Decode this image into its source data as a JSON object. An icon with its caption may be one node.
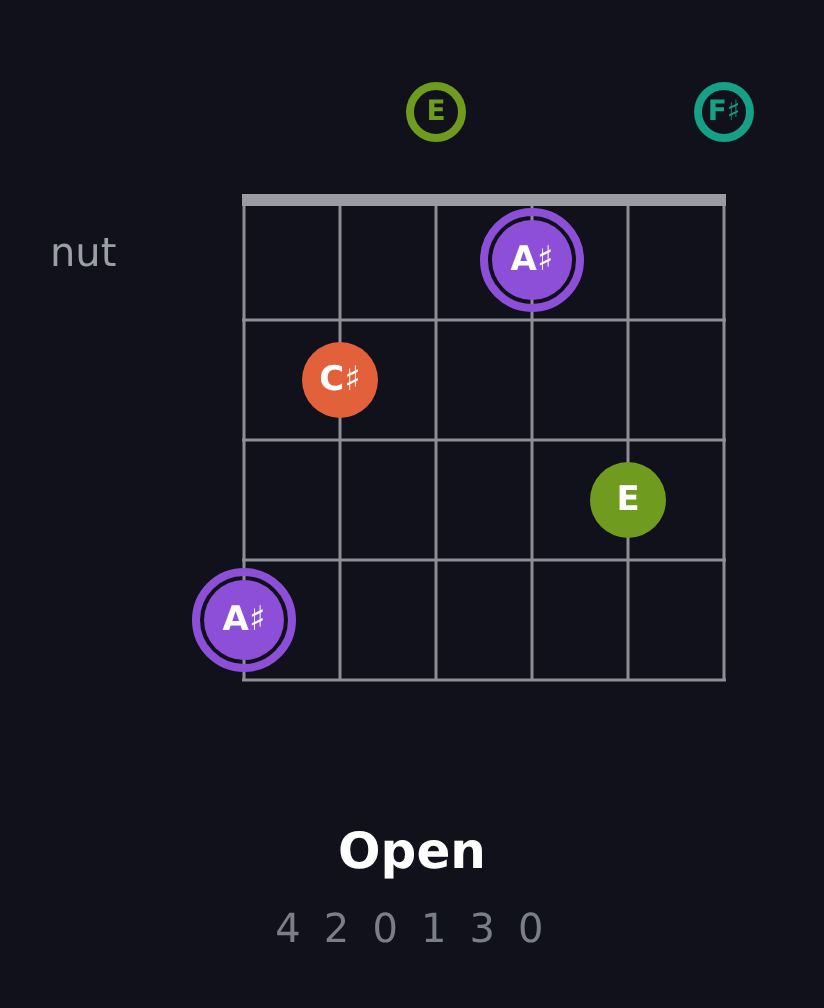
{
  "diagram": {
    "title": "Open",
    "nodes": [
      {
        "text": [
          "E"
        ]
      },
      {
        "text": [
          "F♯"
        ]
      },
      {
        "text": [
          "A♯"
        ]
      },
      {
        "text": [
          "C♯"
        ]
      },
      {
        "text": [
          "E"
        ]
      },
      {
        "text": [
          "A♯"
        ]
      }
    ],
    "labels": [
      "nut",
      "4 2 0 1 3 0"
    ]
  }
}
